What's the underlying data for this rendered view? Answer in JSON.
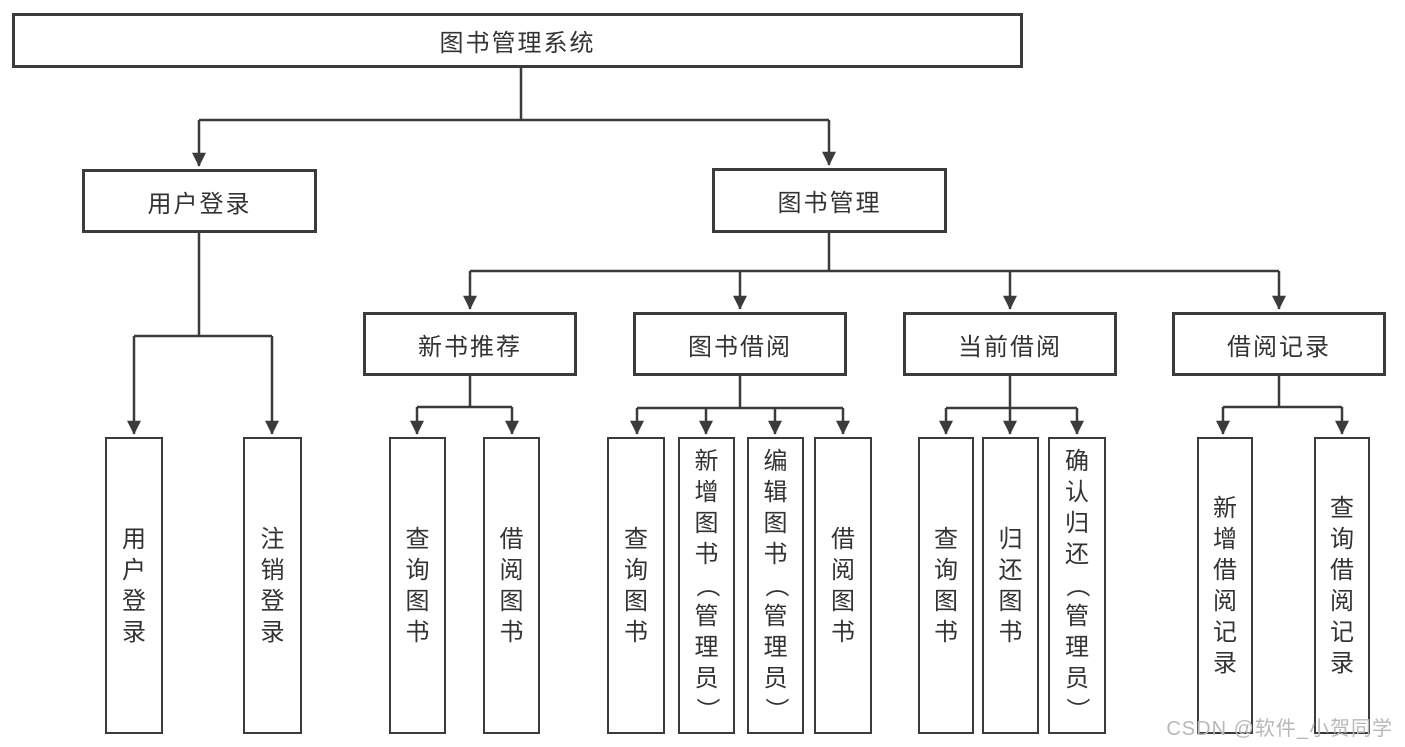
{
  "diagram": {
    "type": "hierarchy-diagram",
    "colors": {
      "line": "#3b3b3b",
      "box_border": "#3b3b3b",
      "text": "#333333",
      "background": "#ffffff",
      "watermark_text_color": "#b8b8b8"
    },
    "tree": {
      "label": "图书管理系统",
      "children": [
        {
          "label": "用户登录",
          "children": [
            "用户登录",
            "注销登录"
          ]
        },
        {
          "label": "图书管理",
          "children": [
            {
              "label": "新书推荐",
              "children": [
                "查询图书",
                "借阅图书"
              ]
            },
            {
              "label": "图书借阅",
              "children": [
                "查询图书",
                "新增图书（管理员）",
                "编辑图书（管理员）",
                "借阅图书"
              ]
            },
            {
              "label": "当前借阅",
              "children": [
                "查询图书",
                "归还图书",
                "确认归还（管理员）"
              ]
            },
            {
              "label": "借阅记录",
              "children": [
                "新增借阅记录",
                "查询借阅记录"
              ]
            }
          ]
        }
      ]
    },
    "watermark": {
      "text": "CSDN @软件_小贺同学"
    }
  }
}
